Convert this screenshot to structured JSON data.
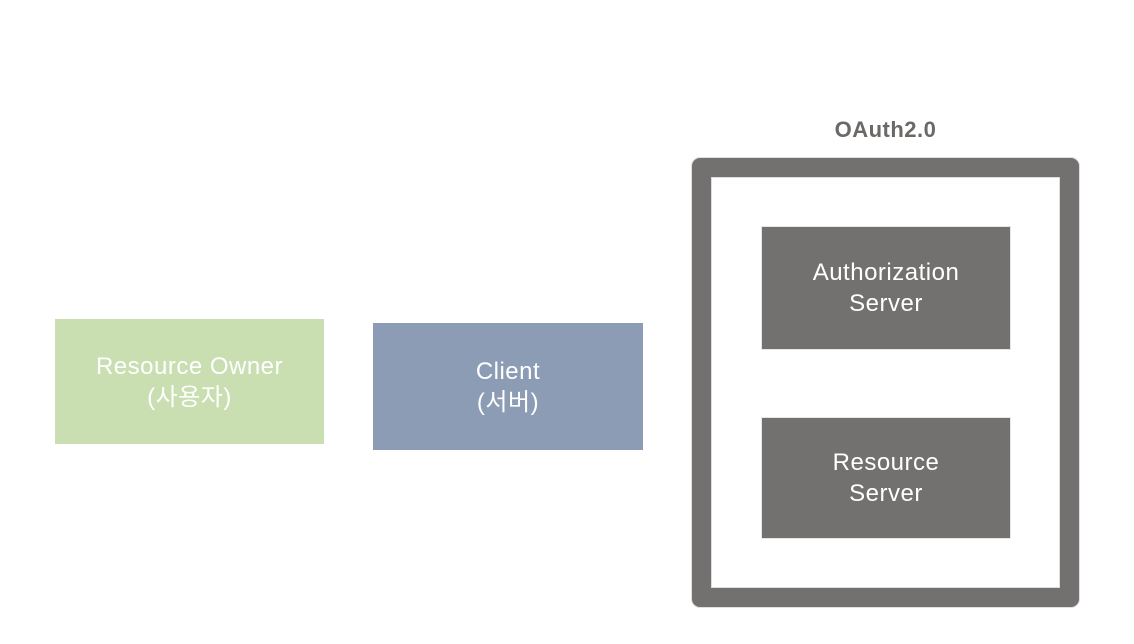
{
  "canvas": {
    "background": "#ffffff"
  },
  "diagram": {
    "oauth_container": {
      "title": "OAuth2.0",
      "frame_color": "#737070",
      "title_color": "#6b6866",
      "interior_color": "#ffffff"
    },
    "nodes": {
      "resource_owner": {
        "line1": "Resource Owner",
        "line2": "(사용자)",
        "color": "#c9deb1",
        "text_color": "#ffffff"
      },
      "client": {
        "line1": "Client",
        "line2": "(서버)",
        "color": "#8b9cb4",
        "text_color": "#ffffff"
      },
      "authorization_server": {
        "line1": "Authorization",
        "line2": "Server",
        "color": "#737070",
        "text_color": "#ffffff"
      },
      "resource_server": {
        "line1": "Resource",
        "line2": "Server",
        "color": "#737070",
        "text_color": "#ffffff"
      }
    }
  }
}
